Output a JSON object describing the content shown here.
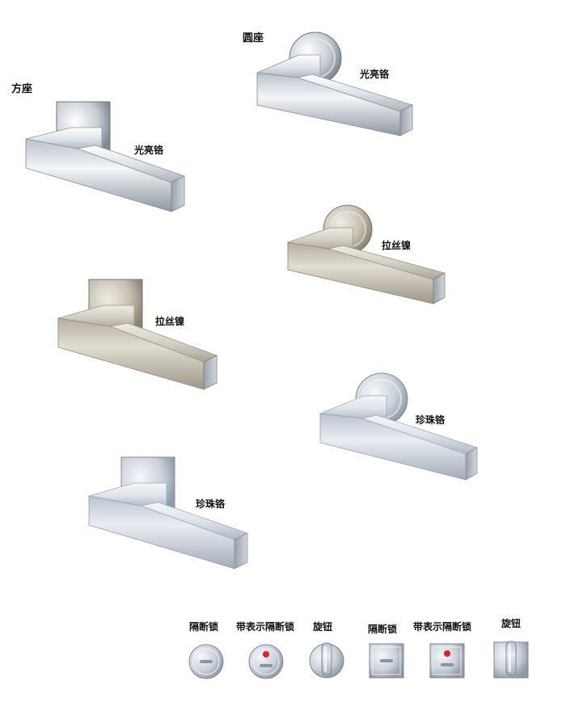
{
  "groups": {
    "round": "圆座",
    "square": "方座"
  },
  "finishes": {
    "polished_chrome": "光亮铬",
    "brushed_nickel": "拉丝镍",
    "pearl_chrome": "珍珠铬"
  },
  "accessories": [
    {
      "label": "隔断锁",
      "seat": "round",
      "type": "privacy-lock"
    },
    {
      "label": "带表示隔断锁",
      "seat": "round",
      "type": "indicator-privacy-lock"
    },
    {
      "label": "旋钮",
      "seat": "round",
      "type": "thumb-turn"
    },
    {
      "label": "隔断锁",
      "seat": "square",
      "type": "privacy-lock"
    },
    {
      "label": "带表示隔断锁",
      "seat": "square",
      "type": "indicator-privacy-lock"
    },
    {
      "label": "旋钮",
      "seat": "square",
      "type": "thumb-turn"
    }
  ],
  "colors": {
    "chrome_light": "#f4f6f8",
    "chrome_dark": "#8e96a0",
    "nickel_light": "#e2ddd2",
    "nickel_dark": "#9d9789",
    "pearl_light": "#e9edf3",
    "pearl_dark": "#a3abb8",
    "indicator_red": "#d8232a"
  }
}
